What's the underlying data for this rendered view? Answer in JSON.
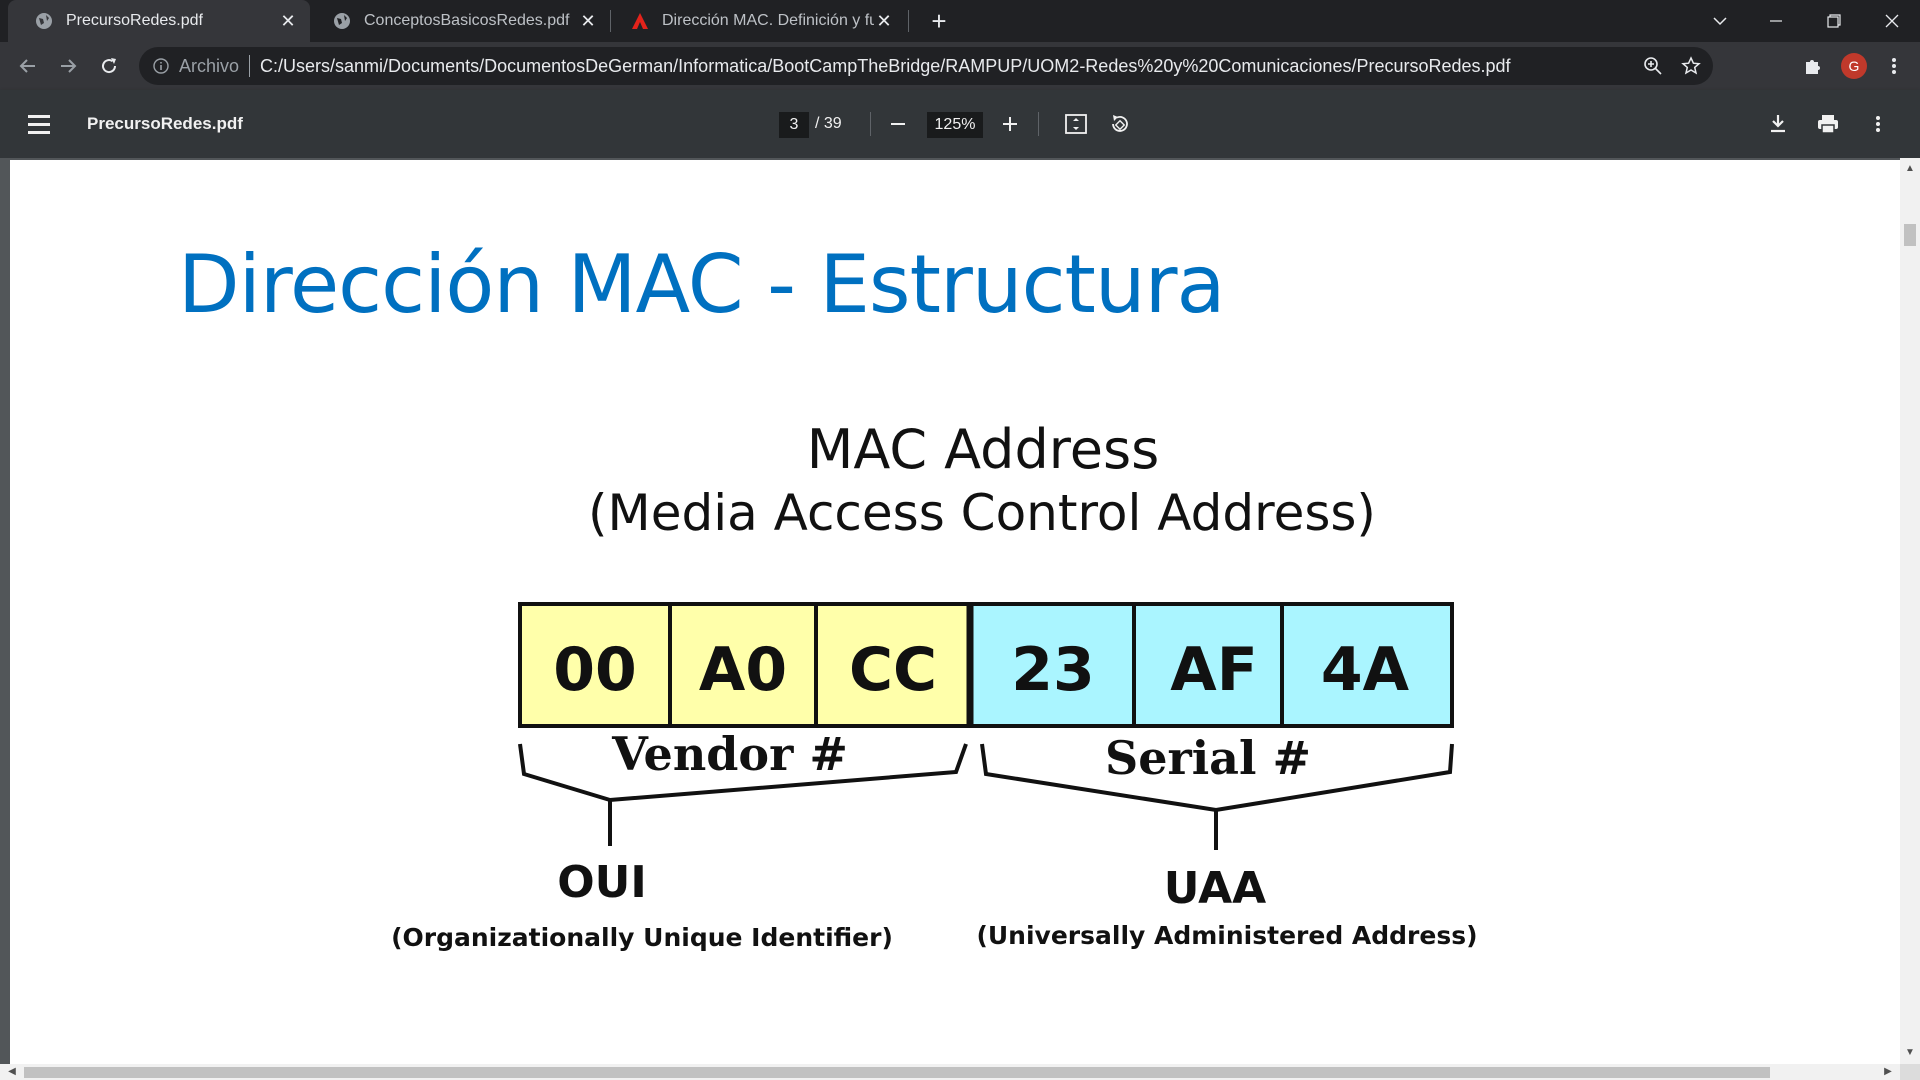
{
  "tabs": [
    {
      "title": "PrecursoRedes.pdf",
      "active": true,
      "icon": "globe-icon"
    },
    {
      "title": "ConceptosBasicosRedes.pdf",
      "active": false,
      "icon": "globe-icon"
    },
    {
      "title": "Dirección MAC. Definición y func",
      "active": false,
      "icon": "acrobat-icon"
    }
  ],
  "omnibox": {
    "chip": "Archivo",
    "url": "C:/Users/sanmi/Documents/DocumentosDeGerman/Informatica/BootCampTheBridge/RAMPUP/UOM2-Redes%20y%20Comunicaciones/PrecursoRedes.pdf"
  },
  "profile": {
    "initial": "G",
    "color": "#c0392b"
  },
  "pdf_toolbar": {
    "title": "PrecursoRedes.pdf",
    "page_current": "3",
    "page_total": "/ 39",
    "zoom": "125%"
  },
  "slide": {
    "title": "Dirección MAC - Estructura",
    "diagram": {
      "heading": "MAC Address",
      "subheading": "(Media Access Control Address)",
      "octets": [
        "00",
        "A0",
        "CC",
        "23",
        "AF",
        "4A"
      ],
      "vendor_label": "Vendor #",
      "serial_label": "Serial #",
      "oui_label": "OUI",
      "oui_desc": "(Organizationally Unique Identifier)",
      "uaa_label": "UAA",
      "uaa_desc": "(Universally Administered Address)",
      "vendor_color": "#ffffaa",
      "serial_color": "#aaf5ff"
    }
  }
}
